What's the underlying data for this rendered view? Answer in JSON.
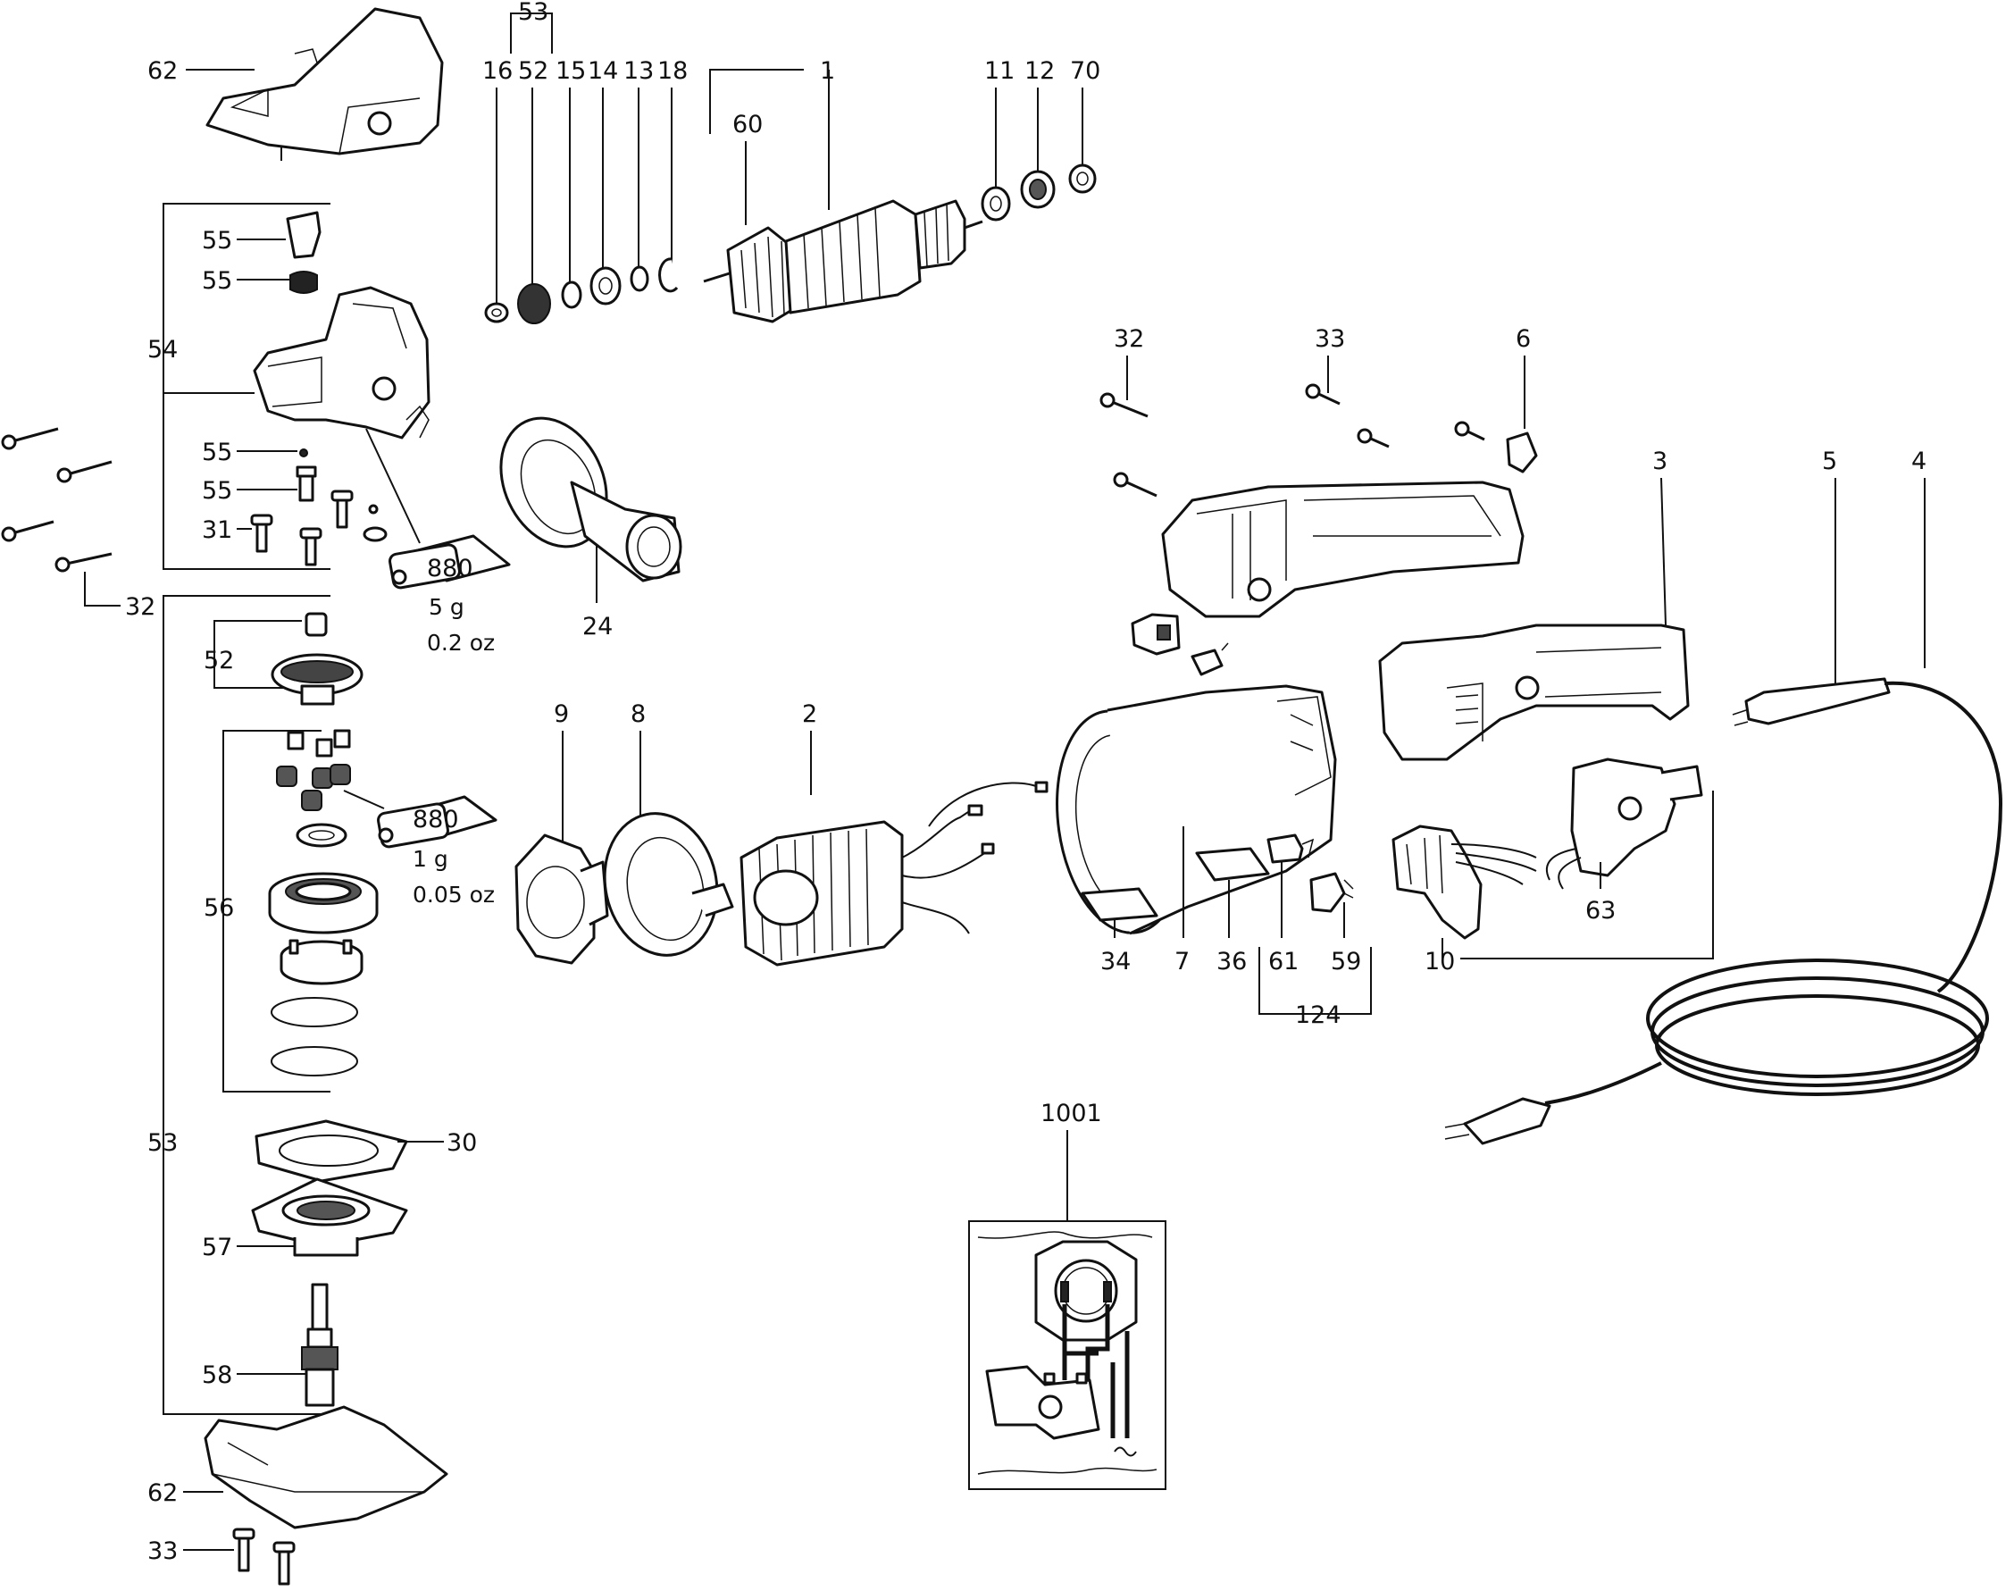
{
  "diagram": {
    "title": "Exploded parts diagram - angle polisher",
    "labels": {
      "l62a": "62",
      "l53a": "53",
      "l16": "16",
      "l52a": "52",
      "l15": "15",
      "l14": "14",
      "l13": "13",
      "l18": "18",
      "l1": "1",
      "l60": "60",
      "l11": "11",
      "l12": "12",
      "l70": "70",
      "l55a": "55",
      "l55b": "55",
      "l54": "54",
      "l55c": "55",
      "l55d": "55",
      "l31": "31",
      "l32a": "32",
      "l880a": "880",
      "l5g": "5 g",
      "l02oz": "0.2 oz",
      "l24": "24",
      "l52b": "52",
      "l56": "56",
      "l880b": "880",
      "l1g": "1 g",
      "l005oz": "0.05 oz",
      "l53b": "53",
      "l30": "30",
      "l57": "57",
      "l58": "58",
      "l62b": "62",
      "l33a": "33",
      "l9": "9",
      "l8": "8",
      "l2": "2",
      "l32b": "32",
      "l33b": "33",
      "l6": "6",
      "l3": "3",
      "l5": "5",
      "l4": "4",
      "l34": "34",
      "l7": "7",
      "l36": "36",
      "l61": "61",
      "l59": "59",
      "l124": "124",
      "l10": "10",
      "l63": "63",
      "l1001": "1001"
    },
    "colors": {
      "ink": "#111111",
      "paper": "#ffffff",
      "shade": "#f2f2f2"
    }
  }
}
